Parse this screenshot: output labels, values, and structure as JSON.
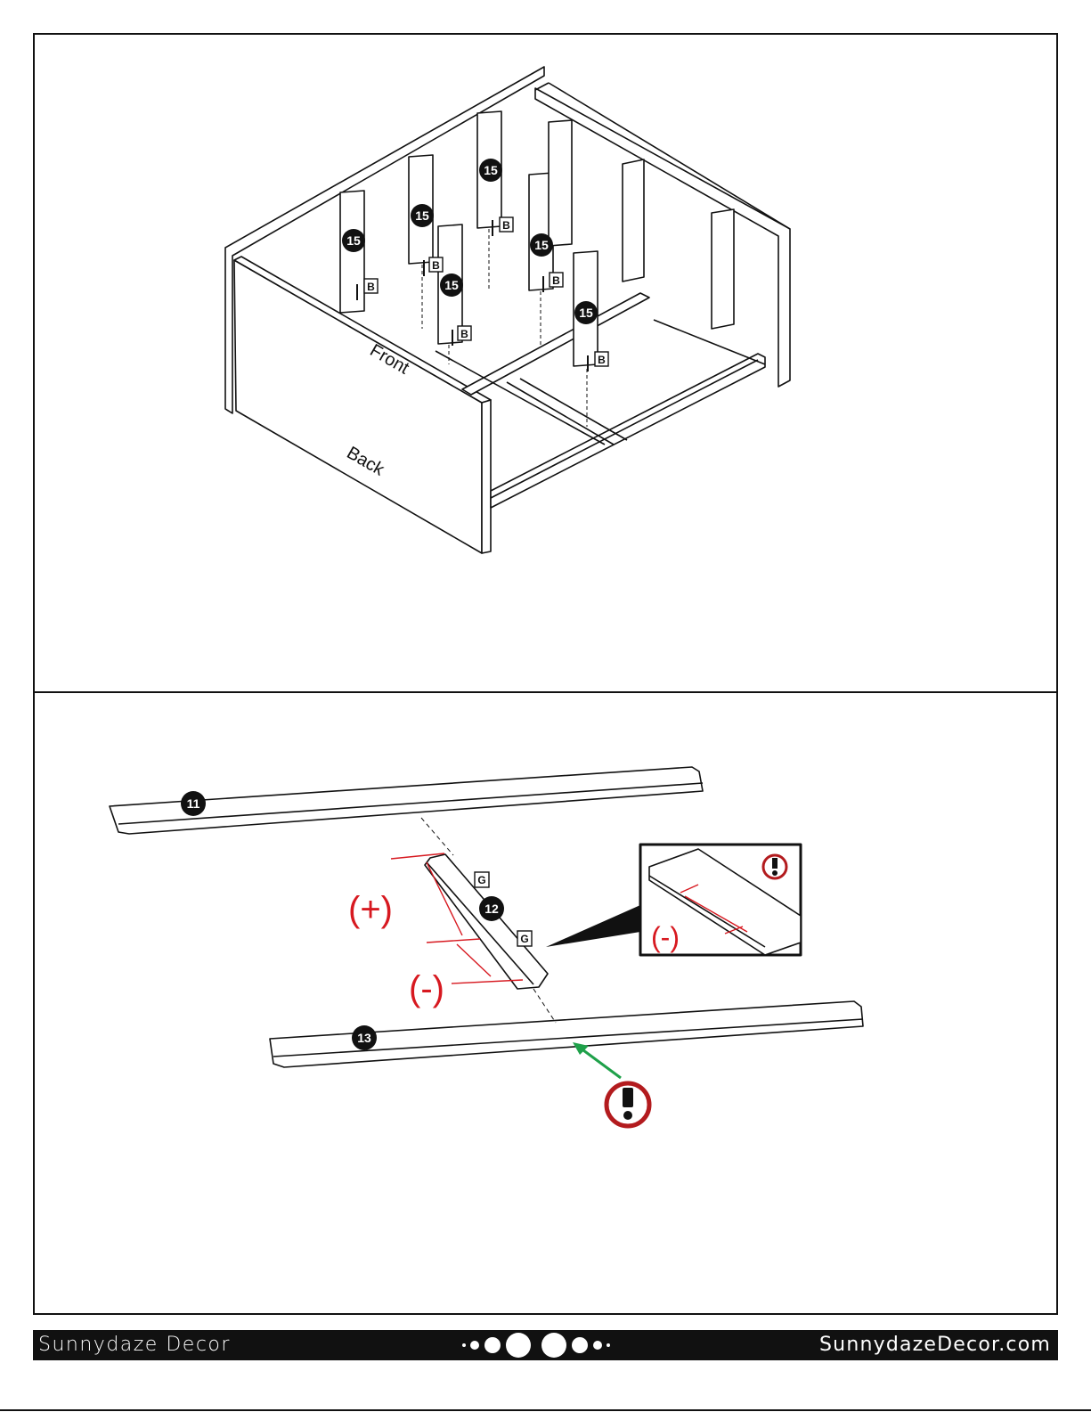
{
  "step_top": {
    "part_label": "15",
    "hardware_label": "B",
    "front_label": "Front",
    "back_label": "Back"
  },
  "step_bottom": {
    "part_11": "11",
    "part_12": "12",
    "part_13": "13",
    "hardware_label": "G",
    "plus_label": "(+)",
    "minus_label": "(-)",
    "inset_minus_label": "(-)",
    "warning_icon": "exclamation-warning-icon"
  },
  "footer": {
    "brand": "Sunnydaze Decor",
    "website": "SunnydazeDecor.com",
    "page_dots_icon": "page-dots-icon"
  },
  "colors": {
    "line": "#111111",
    "red": "#d71920",
    "warning_red": "#b31b1e",
    "arrow_green": "#1fa14a"
  }
}
